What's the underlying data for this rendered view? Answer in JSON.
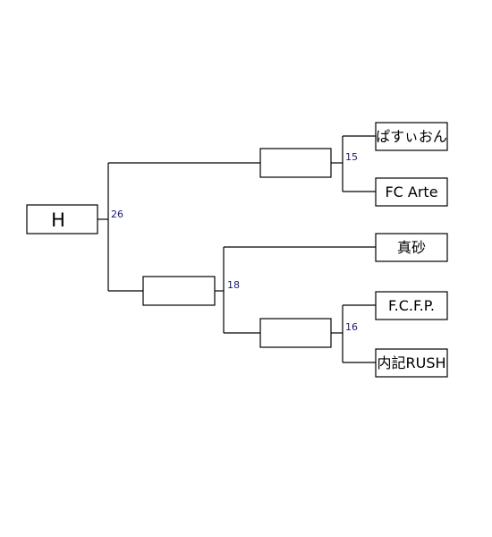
{
  "bracket": {
    "champion": "H",
    "teams": [
      "ぱすぃおん",
      "FC Arte",
      "真砂",
      "F.C.F.P.",
      "内記RUSH"
    ],
    "scores": {
      "final": "26",
      "semifinal": "18",
      "top_pair": "15",
      "bottom_pair": "16"
    }
  }
}
